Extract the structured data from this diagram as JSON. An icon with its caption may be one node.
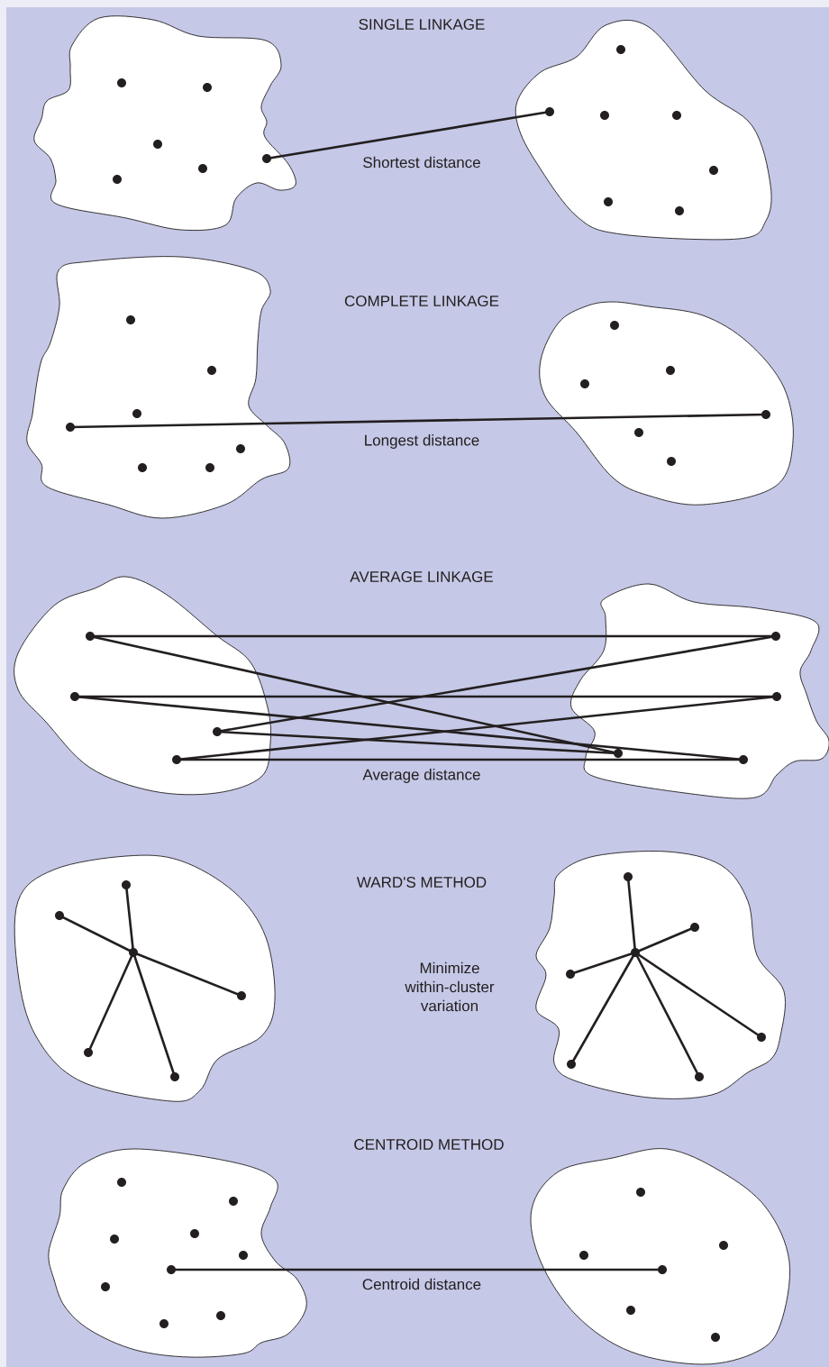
{
  "diagram": {
    "nodes": [
      {
        "text": [],
        "shape": "blob"
      },
      {
        "text": [],
        "shape": "circle",
        "in": 0
      },
      {
        "text": [],
        "shape": "circle",
        "in": 0
      },
      {
        "text": [],
        "shape": "circle",
        "in": 0
      },
      {
        "text": [],
        "shape": "circle",
        "in": 0
      },
      {
        "text": [],
        "shape": "circle",
        "in": 0
      },
      {
        "text": [],
        "shape": "circle",
        "in": 0
      },
      {
        "text": [],
        "shape": "blob"
      },
      {
        "text": [],
        "shape": "circle",
        "in": 7
      },
      {
        "text": [],
        "shape": "circle",
        "in": 7
      },
      {
        "text": [],
        "shape": "circle",
        "in": 7
      },
      {
        "text": [],
        "shape": "circle",
        "in": 7
      },
      {
        "text": [],
        "shape": "circle",
        "in": 7
      },
      {
        "text": [],
        "shape": "circle",
        "in": 7
      },
      {
        "text": [],
        "shape": "circle",
        "in": 7
      },
      {
        "text": [],
        "shape": "blob"
      },
      {
        "text": [],
        "shape": "circle",
        "in": 15
      },
      {
        "text": [],
        "shape": "circle",
        "in": 15
      },
      {
        "text": [],
        "shape": "circle",
        "in": 15
      },
      {
        "text": [],
        "shape": "circle",
        "in": 15
      },
      {
        "text": [],
        "shape": "circle",
        "in": 15
      },
      {
        "text": [],
        "shape": "circle",
        "in": 15
      },
      {
        "text": [],
        "shape": "circle",
        "in": 15
      },
      {
        "text": [],
        "shape": "blob"
      },
      {
        "text": [],
        "shape": "circle",
        "in": 23
      },
      {
        "text": [],
        "shape": "circle",
        "in": 23
      },
      {
        "text": [],
        "shape": "circle",
        "in": 23
      },
      {
        "text": [],
        "shape": "circle",
        "in": 23
      },
      {
        "text": [],
        "shape": "circle",
        "in": 23
      },
      {
        "text": [],
        "shape": "circle",
        "in": 23
      },
      {
        "text": [],
        "shape": "blob"
      },
      {
        "text": [],
        "shape": "circle",
        "in": 30
      },
      {
        "text": [],
        "shape": "circle",
        "in": 30
      },
      {
        "text": [],
        "shape": "circle",
        "in": 30
      },
      {
        "text": [],
        "shape": "circle",
        "in": 30
      },
      {
        "text": [],
        "shape": "blob"
      },
      {
        "text": [],
        "shape": "circle",
        "in": 35
      },
      {
        "text": [],
        "shape": "circle",
        "in": 35
      },
      {
        "text": [],
        "shape": "circle",
        "in": 35
      },
      {
        "text": [],
        "shape": "circle",
        "in": 35
      },
      {
        "text": [],
        "shape": "blob"
      },
      {
        "text": [],
        "shape": "circle",
        "in": 40
      },
      {
        "text": [],
        "shape": "circle",
        "in": 40
      },
      {
        "text": [],
        "shape": "circle",
        "in": 40
      },
      {
        "text": [],
        "shape": "circle",
        "in": 40
      },
      {
        "text": [],
        "shape": "circle",
        "in": 40
      },
      {
        "text": [],
        "shape": "circle",
        "in": 40
      },
      {
        "text": [],
        "shape": "blob"
      },
      {
        "text": [],
        "shape": "circle",
        "in": 47
      },
      {
        "text": [],
        "shape": "circle",
        "in": 47
      },
      {
        "text": [],
        "shape": "circle",
        "in": 47
      },
      {
        "text": [],
        "shape": "circle",
        "in": 47
      },
      {
        "text": [],
        "shape": "circle",
        "in": 47
      },
      {
        "text": [],
        "shape": "circle",
        "in": 47
      },
      {
        "text": [],
        "shape": "circle",
        "in": 47
      },
      {
        "text": [],
        "shape": "blob"
      },
      {
        "text": [],
        "shape": "circle",
        "in": 55
      },
      {
        "text": [],
        "shape": "circle",
        "in": 55
      },
      {
        "text": [],
        "shape": "circle",
        "in": 55
      },
      {
        "text": [],
        "shape": "circle",
        "in": 55
      },
      {
        "text": [],
        "shape": "circle",
        "in": 55
      },
      {
        "text": [],
        "shape": "circle",
        "in": 55
      },
      {
        "text": [],
        "shape": "circle",
        "in": 55
      },
      {
        "text": [],
        "shape": "circle",
        "in": 55
      },
      {
        "text": [],
        "shape": "circle",
        "in": 55
      },
      {
        "text": [],
        "shape": "blob"
      },
      {
        "text": [],
        "shape": "circle",
        "in": 65
      },
      {
        "text": [],
        "shape": "circle",
        "in": 65
      },
      {
        "text": [],
        "shape": "circle",
        "in": 65
      },
      {
        "text": [],
        "shape": "circle",
        "in": 65
      },
      {
        "text": [],
        "shape": "circle",
        "in": 65
      },
      {
        "text": [],
        "shape": "circle",
        "in": 65
      }
    ],
    "edges": [
      {
        "from": 6,
        "to": 9,
        "arrow": "none"
      },
      {
        "from": 19,
        "to": 27,
        "arrow": "none"
      },
      {
        "from": 31,
        "to": 36,
        "arrow": "none"
      },
      {
        "from": 31,
        "to": 38,
        "arrow": "none"
      },
      {
        "from": 32,
        "to": 37,
        "arrow": "none"
      },
      {
        "from": 32,
        "to": 39,
        "arrow": "none"
      },
      {
        "from": 33,
        "to": 36,
        "arrow": "none"
      },
      {
        "from": 33,
        "to": 38,
        "arrow": "none"
      },
      {
        "from": 34,
        "to": 37,
        "arrow": "none"
      },
      {
        "from": 34,
        "to": 39,
        "arrow": "none"
      },
      {
        "from": 43,
        "to": 41,
        "arrow": "none"
      },
      {
        "from": 43,
        "to": 42,
        "arrow": "none"
      },
      {
        "from": 43,
        "to": 44,
        "arrow": "none"
      },
      {
        "from": 43,
        "to": 45,
        "arrow": "none"
      },
      {
        "from": 43,
        "to": 46,
        "arrow": "none"
      },
      {
        "from": 50,
        "to": 48,
        "arrow": "none"
      },
      {
        "from": 50,
        "to": 49,
        "arrow": "none"
      },
      {
        "from": 50,
        "to": 51,
        "arrow": "none"
      },
      {
        "from": 50,
        "to": 52,
        "arrow": "none"
      },
      {
        "from": 50,
        "to": 53,
        "arrow": "none"
      },
      {
        "from": 50,
        "to": 54,
        "arrow": "none"
      },
      {
        "from": 61,
        "to": 69,
        "arrow": "none"
      }
    ],
    "labels": [
      "SINGLE LINKAGE",
      "Shortest distance",
      "COMPLETE LINKAGE",
      "Longest distance",
      "AVERAGE LINKAGE",
      "Average distance",
      "WARD'S METHOD",
      "Minimize within-cluster variation",
      "CENTROID METHOD",
      "Centroid distance"
    ]
  }
}
